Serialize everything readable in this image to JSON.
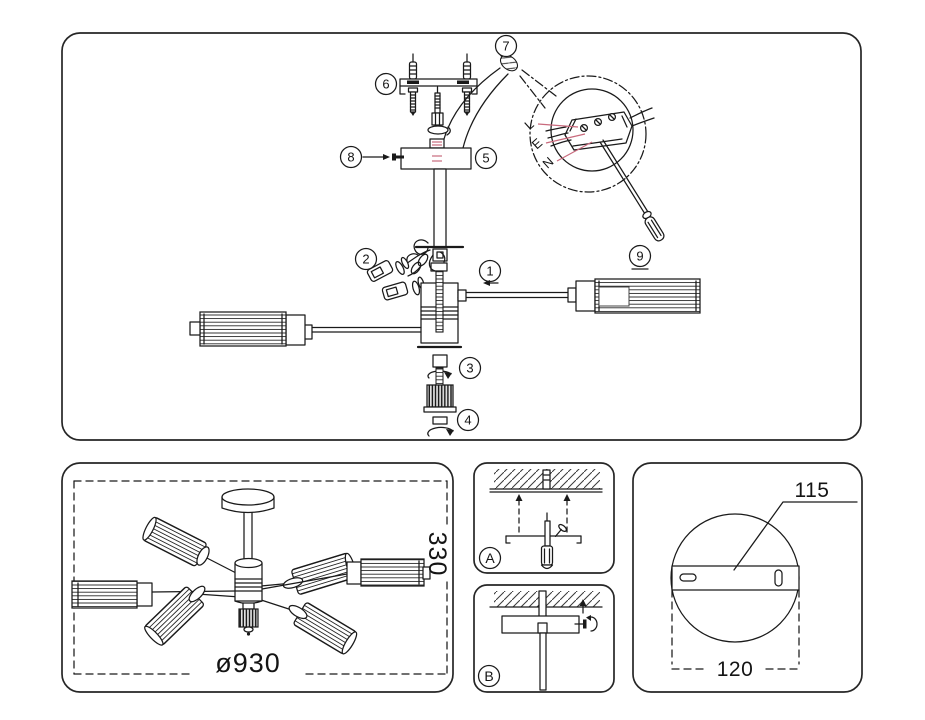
{
  "colors": {
    "line": "#1a1a1a",
    "accent": "#c96a7d",
    "panel_border": "#262626",
    "background": "#ffffff"
  },
  "parts": {
    "labels": [
      "1",
      "2",
      "3",
      "4",
      "5",
      "6",
      "7",
      "8",
      "9"
    ]
  },
  "wiring": {
    "terminals": [
      "L",
      "E",
      "N"
    ]
  },
  "dimensions": {
    "overall_height": "330",
    "overall_diameter": "ø930",
    "bracket_hole_spacing": "115",
    "canopy_diameter": "120"
  },
  "steps": {
    "a": "A",
    "b": "B"
  }
}
